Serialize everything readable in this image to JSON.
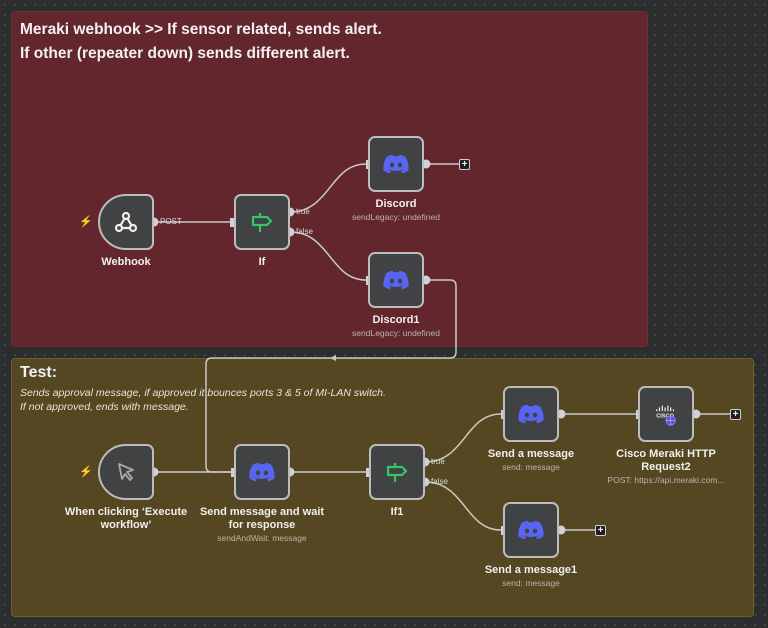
{
  "stickies": {
    "red": {
      "title_line1": "Meraki webhook >> If sensor related, sends alert.",
      "title_line2": "If other (repeater down) sends different alert.",
      "color": "#63262d"
    },
    "yellow": {
      "title": "Test:",
      "desc_line1": "Sends approval message, if approved it bounces ports 3 & 5 of MI-LAN switch.",
      "desc_line2": "If not approved, ends with message.",
      "color": "#544721"
    }
  },
  "nodes": {
    "webhook": {
      "label": "Webhook",
      "icon": "webhook-icon",
      "output_label": "POST"
    },
    "if": {
      "label": "If",
      "icon": "signpost-icon",
      "true_label": "true",
      "false_label": "false"
    },
    "discord": {
      "label": "Discord",
      "sub": "sendLegacy: undefined",
      "icon": "discord-icon"
    },
    "discord1": {
      "label": "Discord1",
      "sub": "sendLegacy: undefined",
      "icon": "discord-icon"
    },
    "manual_trigger": {
      "label_line1": "When clicking ‘Execute",
      "label_line2": "workflow’",
      "icon": "cursor-icon"
    },
    "send_wait": {
      "label_line1": "Send message and wait",
      "label_line2": "for response",
      "sub": "sendAndWait: message",
      "icon": "discord-icon"
    },
    "if1": {
      "label": "If1",
      "icon": "signpost-icon",
      "true_label": "true",
      "false_label": "false"
    },
    "send_msg": {
      "label": "Send a message",
      "sub": "send: message",
      "icon": "discord-icon"
    },
    "send_msg1": {
      "label": "Send a message1",
      "sub": "send: message",
      "icon": "discord-icon"
    },
    "cisco": {
      "label_line1": "Cisco Meraki HTTP",
      "label_line2": "Request2",
      "sub": "POST: https://api.meraki.com...",
      "icon": "cisco-http-icon"
    }
  },
  "add_button_label": "+",
  "colors": {
    "discord": "#5865f2",
    "if": "#35c46a",
    "trigger": "#ff5a36",
    "wire": "#c9c9c9"
  }
}
